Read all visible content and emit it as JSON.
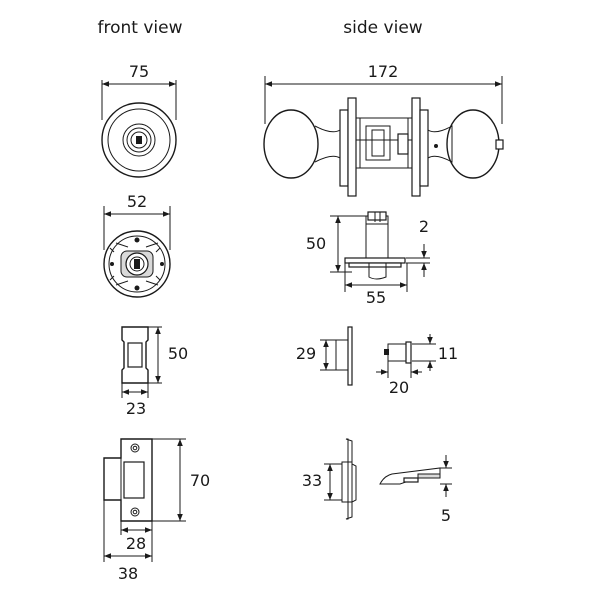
{
  "headings": {
    "front": "front view",
    "side": "side view"
  },
  "dimensions": {
    "knob_front_width": "75",
    "knob_side_length": "172",
    "rose_width": "52",
    "latch_height": "50",
    "latch_thickness": "2",
    "latch_backset": "55",
    "faceplate_height": "50",
    "faceplate_width": "23",
    "faceplate_side_height": "29",
    "latch_bolt_depth": "11",
    "latch_bolt_length": "20",
    "strike_height": "70",
    "strike_inner_width": "28",
    "strike_outer_width": "38",
    "strike_side_height": "33",
    "strike_lip": "5"
  }
}
